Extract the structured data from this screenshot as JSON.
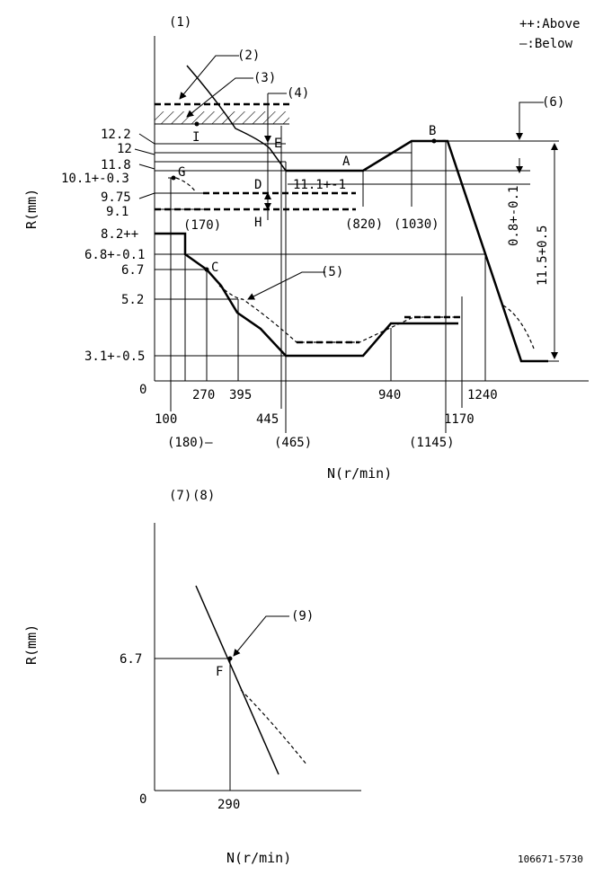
{
  "legend": {
    "above": "++:Above",
    "below": "—:Below"
  },
  "top_chart": {
    "ylabel": "R(mm)",
    "xlabel": "N(r/min)",
    "origin": "0",
    "y_labels": {
      "r12_2": "12.2",
      "r12": "12",
      "r11_8": "11.8",
      "r10_1": "10.1+-0.3",
      "r9_75": "9.75",
      "r9_1": "9.1",
      "r8_2": "8.2++",
      "r6_8": "6.8+-0.1",
      "r6_7": "6.7",
      "r5_2": "5.2",
      "r3_1": "3.1+-0.5"
    },
    "x_labels": {
      "n100": "100",
      "n180": "(180)—",
      "n270": "270",
      "n395": "395",
      "n445": "445",
      "n465": "(465)",
      "n940": "940",
      "n1145": "(1145)",
      "n1170": "1170",
      "n1240": "1240"
    },
    "inline": {
      "n170": "(170)",
      "r11_1": "11.1+-1",
      "n820": "(820)",
      "n1030": "(1030)",
      "dim_small": "0.8+-0.1",
      "dim_big": "11.5+0.5"
    },
    "callouts": {
      "c1": "(1)",
      "c2": "(2)",
      "c3": "(3)",
      "c4": "(4)",
      "c5": "(5)",
      "c6": "(6)"
    },
    "points": {
      "A": "A",
      "B": "B",
      "C": "C",
      "D": "D",
      "E": "E",
      "G": "G",
      "H": "H",
      "I": "I"
    }
  },
  "bottom_chart": {
    "ylabel": "R(mm)",
    "xlabel": "N(r/min)",
    "origin": "0",
    "callouts": {
      "c7": "(7)",
      "c8": "(8)",
      "c9": "(9)"
    },
    "y_label": "6.7",
    "x_label": "290",
    "point": "F"
  },
  "footer": {
    "part_number": "106671-5730"
  }
}
